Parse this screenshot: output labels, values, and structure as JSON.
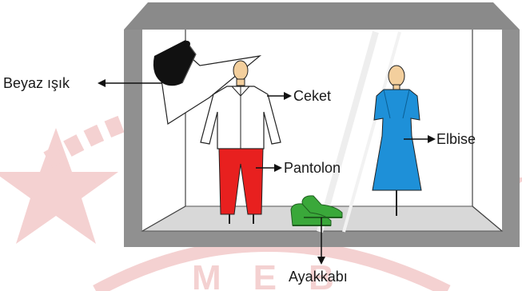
{
  "labels": {
    "light": "Beyaz ışık",
    "jacket": "Ceket",
    "dress": "Elbise",
    "trousers": "Pantolon",
    "shoes": "Ayakkabı"
  },
  "watermark": {
    "text": "MEB",
    "color": "#e8a0a0"
  },
  "colors": {
    "trousers": "#e8201f",
    "dress": "#1e90d8",
    "shoes": "#3aa83a",
    "roof": "#8a8a8a",
    "floor": "#d6d6d6",
    "wall": "#808080",
    "skin": "#f3cf9d"
  }
}
